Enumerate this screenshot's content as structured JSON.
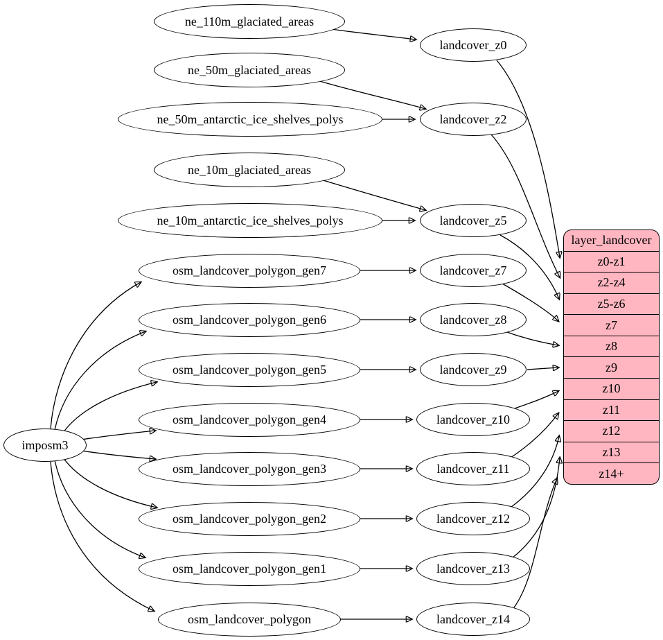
{
  "diagram_type": "graphviz-dependency-graph",
  "colors": {
    "background": "#ffffff",
    "node_fill": "#ffffff",
    "record_fill": "#ffb6c1",
    "stroke": "#000000",
    "text": "#000000"
  },
  "nodes": {
    "imposm3": "imposm3",
    "ne_110m_glaciated_areas": "ne_110m_glaciated_areas",
    "ne_50m_glaciated_areas": "ne_50m_glaciated_areas",
    "ne_50m_antarctic_ice_shelves_polys": "ne_50m_antarctic_ice_shelves_polys",
    "ne_10m_glaciated_areas": "ne_10m_glaciated_areas",
    "ne_10m_antarctic_ice_shelves_polys": "ne_10m_antarctic_ice_shelves_polys",
    "osm_landcover_polygon_gen7": "osm_landcover_polygon_gen7",
    "osm_landcover_polygon_gen6": "osm_landcover_polygon_gen6",
    "osm_landcover_polygon_gen5": "osm_landcover_polygon_gen5",
    "osm_landcover_polygon_gen4": "osm_landcover_polygon_gen4",
    "osm_landcover_polygon_gen3": "osm_landcover_polygon_gen3",
    "osm_landcover_polygon_gen2": "osm_landcover_polygon_gen2",
    "osm_landcover_polygon_gen1": "osm_landcover_polygon_gen1",
    "osm_landcover_polygon": "osm_landcover_polygon",
    "landcover_z0": "landcover_z0",
    "landcover_z2": "landcover_z2",
    "landcover_z5": "landcover_z5",
    "landcover_z7": "landcover_z7",
    "landcover_z8": "landcover_z8",
    "landcover_z9": "landcover_z9",
    "landcover_z10": "landcover_z10",
    "landcover_z11": "landcover_z11",
    "landcover_z12": "landcover_z12",
    "landcover_z13": "landcover_z13",
    "landcover_z14": "landcover_z14"
  },
  "record": {
    "title": "layer_landcover",
    "rows": [
      "z0-z1",
      "z2-z4",
      "z5-z6",
      "z7",
      "z8",
      "z9",
      "z10",
      "z11",
      "z12",
      "z13",
      "z14+"
    ]
  },
  "edges": [
    {
      "from": "ne_110m_glaciated_areas",
      "to": "landcover_z0"
    },
    {
      "from": "ne_50m_glaciated_areas",
      "to": "landcover_z2"
    },
    {
      "from": "ne_50m_antarctic_ice_shelves_polys",
      "to": "landcover_z2"
    },
    {
      "from": "ne_10m_glaciated_areas",
      "to": "landcover_z5"
    },
    {
      "from": "ne_10m_antarctic_ice_shelves_polys",
      "to": "landcover_z5"
    },
    {
      "from": "imposm3",
      "to": "osm_landcover_polygon_gen7"
    },
    {
      "from": "imposm3",
      "to": "osm_landcover_polygon_gen6"
    },
    {
      "from": "imposm3",
      "to": "osm_landcover_polygon_gen5"
    },
    {
      "from": "imposm3",
      "to": "osm_landcover_polygon_gen4"
    },
    {
      "from": "imposm3",
      "to": "osm_landcover_polygon_gen3"
    },
    {
      "from": "imposm3",
      "to": "osm_landcover_polygon_gen2"
    },
    {
      "from": "imposm3",
      "to": "osm_landcover_polygon_gen1"
    },
    {
      "from": "imposm3",
      "to": "osm_landcover_polygon"
    },
    {
      "from": "osm_landcover_polygon_gen7",
      "to": "landcover_z7"
    },
    {
      "from": "osm_landcover_polygon_gen6",
      "to": "landcover_z8"
    },
    {
      "from": "osm_landcover_polygon_gen5",
      "to": "landcover_z9"
    },
    {
      "from": "osm_landcover_polygon_gen4",
      "to": "landcover_z10"
    },
    {
      "from": "osm_landcover_polygon_gen3",
      "to": "landcover_z11"
    },
    {
      "from": "osm_landcover_polygon_gen2",
      "to": "landcover_z12"
    },
    {
      "from": "osm_landcover_polygon_gen1",
      "to": "landcover_z13"
    },
    {
      "from": "osm_landcover_polygon",
      "to": "landcover_z14"
    },
    {
      "from": "landcover_z0",
      "to": "layer_landcover:z0-z1"
    },
    {
      "from": "landcover_z2",
      "to": "layer_landcover:z2-z4"
    },
    {
      "from": "landcover_z5",
      "to": "layer_landcover:z5-z6"
    },
    {
      "from": "landcover_z7",
      "to": "layer_landcover:z7"
    },
    {
      "from": "landcover_z8",
      "to": "layer_landcover:z8"
    },
    {
      "from": "landcover_z9",
      "to": "layer_landcover:z9"
    },
    {
      "from": "landcover_z10",
      "to": "layer_landcover:z10"
    },
    {
      "from": "landcover_z11",
      "to": "layer_landcover:z11"
    },
    {
      "from": "landcover_z12",
      "to": "layer_landcover:z12"
    },
    {
      "from": "landcover_z13",
      "to": "layer_landcover:z13"
    },
    {
      "from": "landcover_z14",
      "to": "layer_landcover:z14+"
    }
  ]
}
